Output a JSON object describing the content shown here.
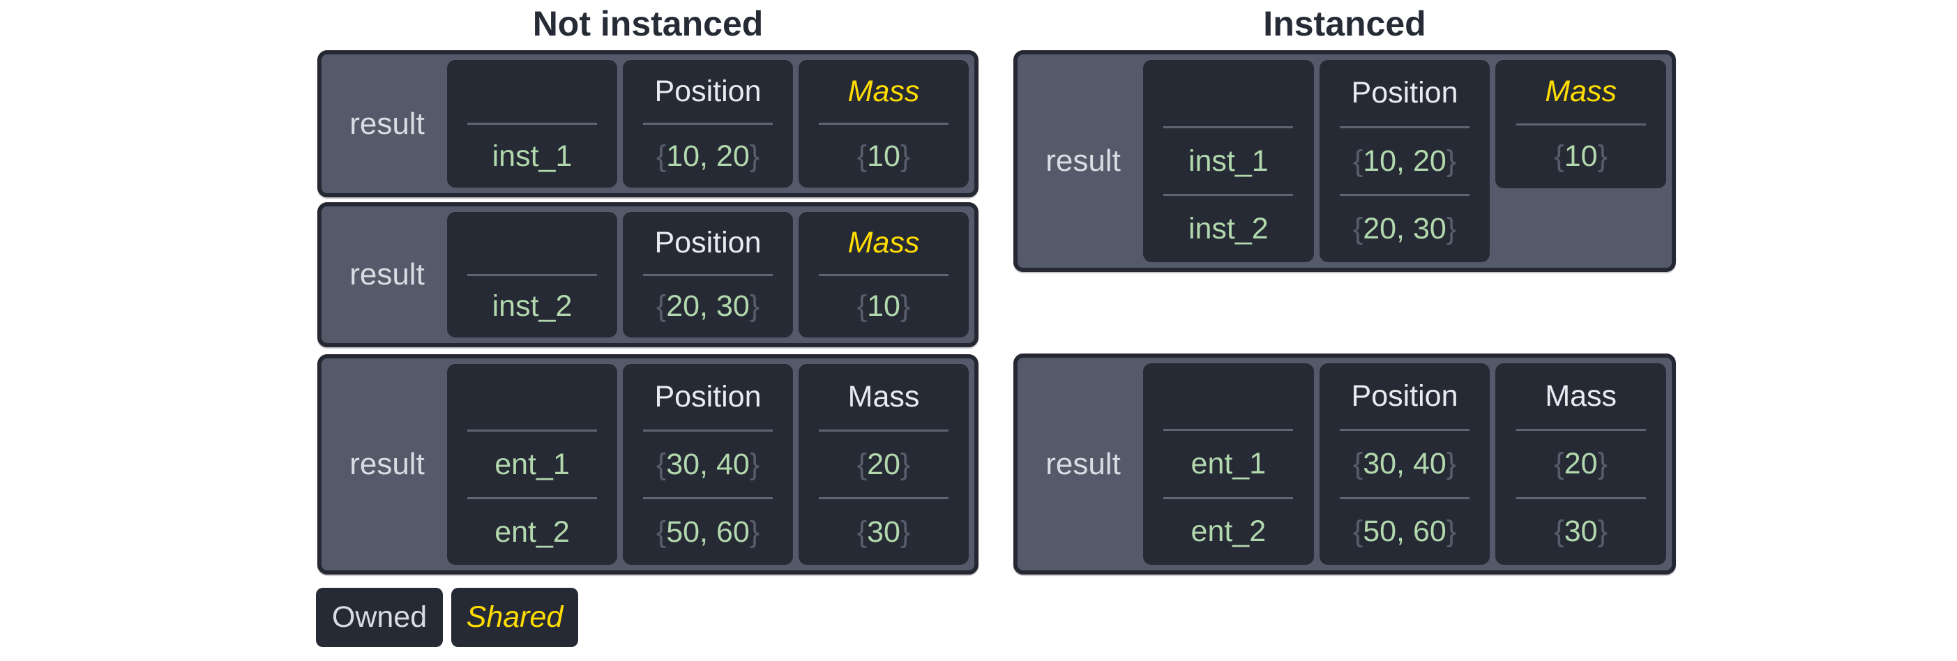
{
  "titles": {
    "not_instanced": "Not instanced",
    "instanced": "Instanced"
  },
  "legend": {
    "owned": "Owned",
    "shared": "Shared"
  },
  "colors": {
    "page_bg": "#ffffff",
    "title_text": "#262b36",
    "box_fill": "#545a69",
    "box_border": "#252833",
    "cell_fill": "#262a34",
    "label_text": "#d9dce3",
    "header_text": "#e9ebf0",
    "shared_text": "#ffdd00",
    "value_text": "#b2d8ae",
    "brace_text": "#575d6c",
    "divider": "#5e6472"
  },
  "boxes": {
    "not_instanced_1": {
      "label": "result",
      "entity": {
        "rows": [
          "inst_1"
        ]
      },
      "position": {
        "header": "Position",
        "rows": [
          {
            "open": "{",
            "value": "10, 20",
            "close": "}"
          }
        ]
      },
      "mass": {
        "header": "Mass",
        "shared": true,
        "rows": [
          {
            "open": "{",
            "value": "10",
            "close": "}"
          }
        ]
      }
    },
    "not_instanced_2": {
      "label": "result",
      "entity": {
        "rows": [
          "inst_2"
        ]
      },
      "position": {
        "header": "Position",
        "rows": [
          {
            "open": "{",
            "value": "20, 30",
            "close": "}"
          }
        ]
      },
      "mass": {
        "header": "Mass",
        "shared": true,
        "rows": [
          {
            "open": "{",
            "value": "10",
            "close": "}"
          }
        ]
      }
    },
    "not_instanced_3": {
      "label": "result",
      "entity": {
        "rows": [
          "ent_1",
          "ent_2"
        ]
      },
      "position": {
        "header": "Position",
        "rows": [
          {
            "open": "{",
            "value": "30, 40",
            "close": "}"
          },
          {
            "open": "{",
            "value": "50, 60",
            "close": "}"
          }
        ]
      },
      "mass": {
        "header": "Mass",
        "shared": false,
        "rows": [
          {
            "open": "{",
            "value": "20",
            "close": "}"
          },
          {
            "open": "{",
            "value": "30",
            "close": "}"
          }
        ]
      }
    },
    "instanced_1": {
      "label": "result",
      "entity": {
        "rows": [
          "inst_1",
          "inst_2"
        ]
      },
      "position": {
        "header": "Position",
        "rows": [
          {
            "open": "{",
            "value": "10, 20",
            "close": "}"
          },
          {
            "open": "{",
            "value": "20, 30",
            "close": "}"
          }
        ]
      },
      "mass": {
        "header": "Mass",
        "shared": true,
        "rows": [
          {
            "open": "{",
            "value": "10",
            "close": "}"
          }
        ]
      }
    },
    "instanced_2": {
      "label": "result",
      "entity": {
        "rows": [
          "ent_1",
          "ent_2"
        ]
      },
      "position": {
        "header": "Position",
        "rows": [
          {
            "open": "{",
            "value": "30, 40",
            "close": "}"
          },
          {
            "open": "{",
            "value": "50, 60",
            "close": "}"
          }
        ]
      },
      "mass": {
        "header": "Mass",
        "shared": false,
        "rows": [
          {
            "open": "{",
            "value": "20",
            "close": "}"
          },
          {
            "open": "{",
            "value": "30",
            "close": "}"
          }
        ]
      }
    }
  }
}
